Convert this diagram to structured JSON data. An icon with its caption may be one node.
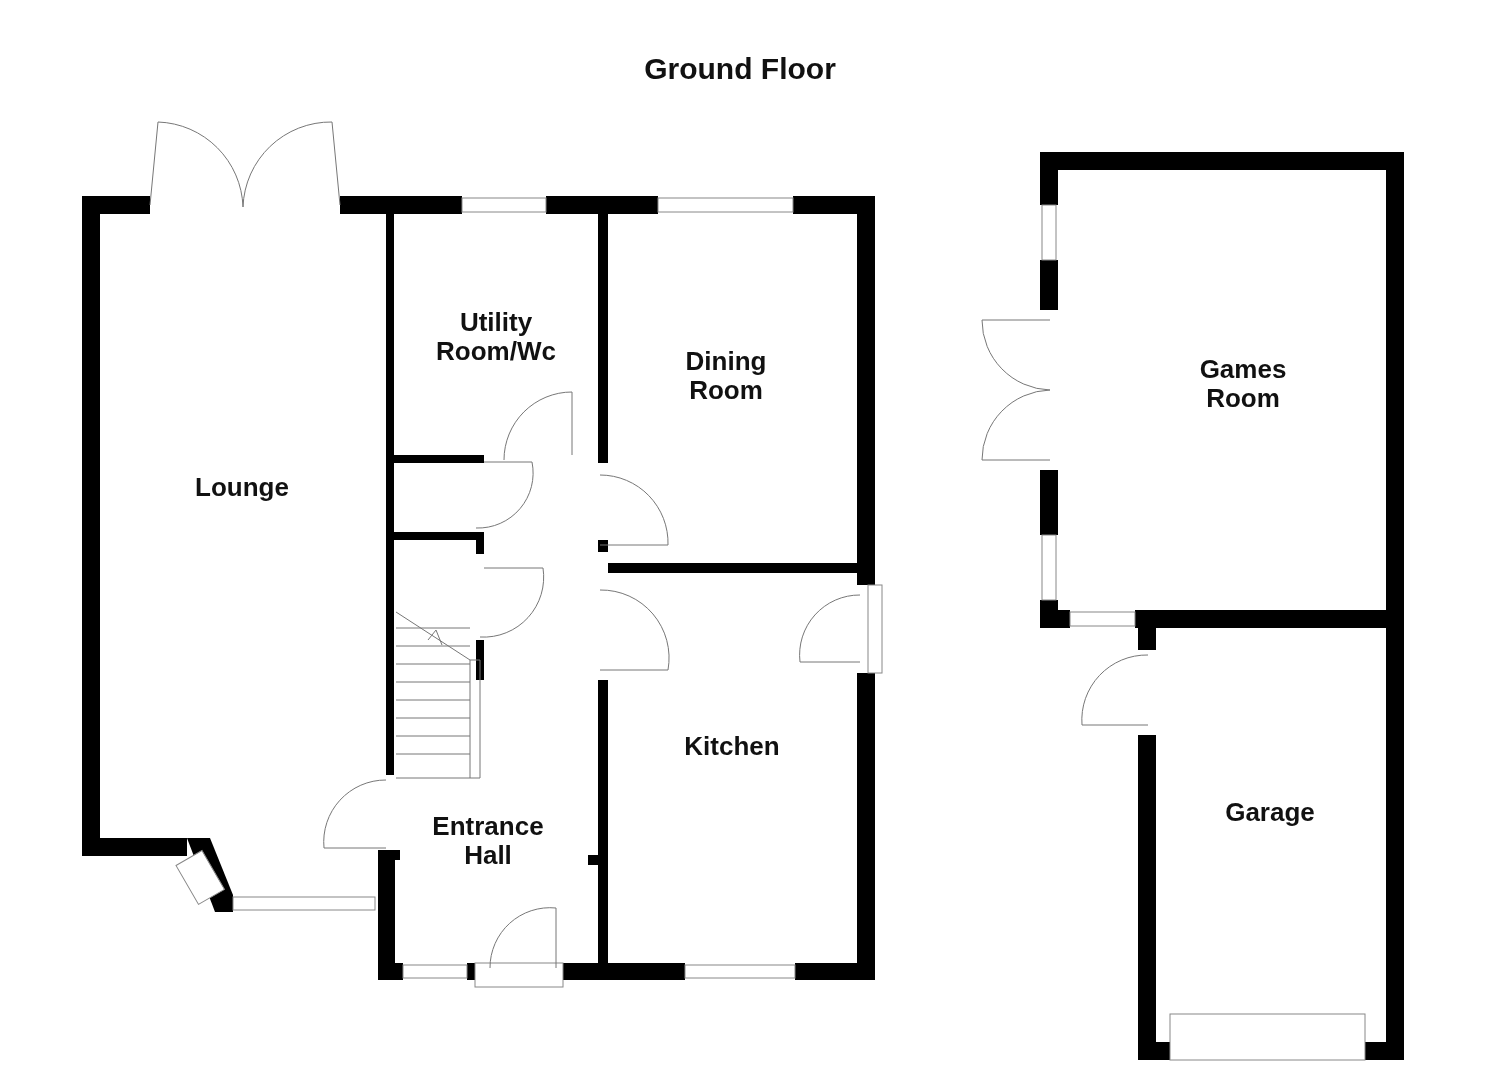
{
  "diagram": {
    "title": "Ground Floor",
    "labels": [
      "Utility Room/Wc",
      "Dining Room",
      "Games Room",
      "Lounge",
      "Kitchen",
      "Garage",
      "Entrance Hall"
    ]
  }
}
